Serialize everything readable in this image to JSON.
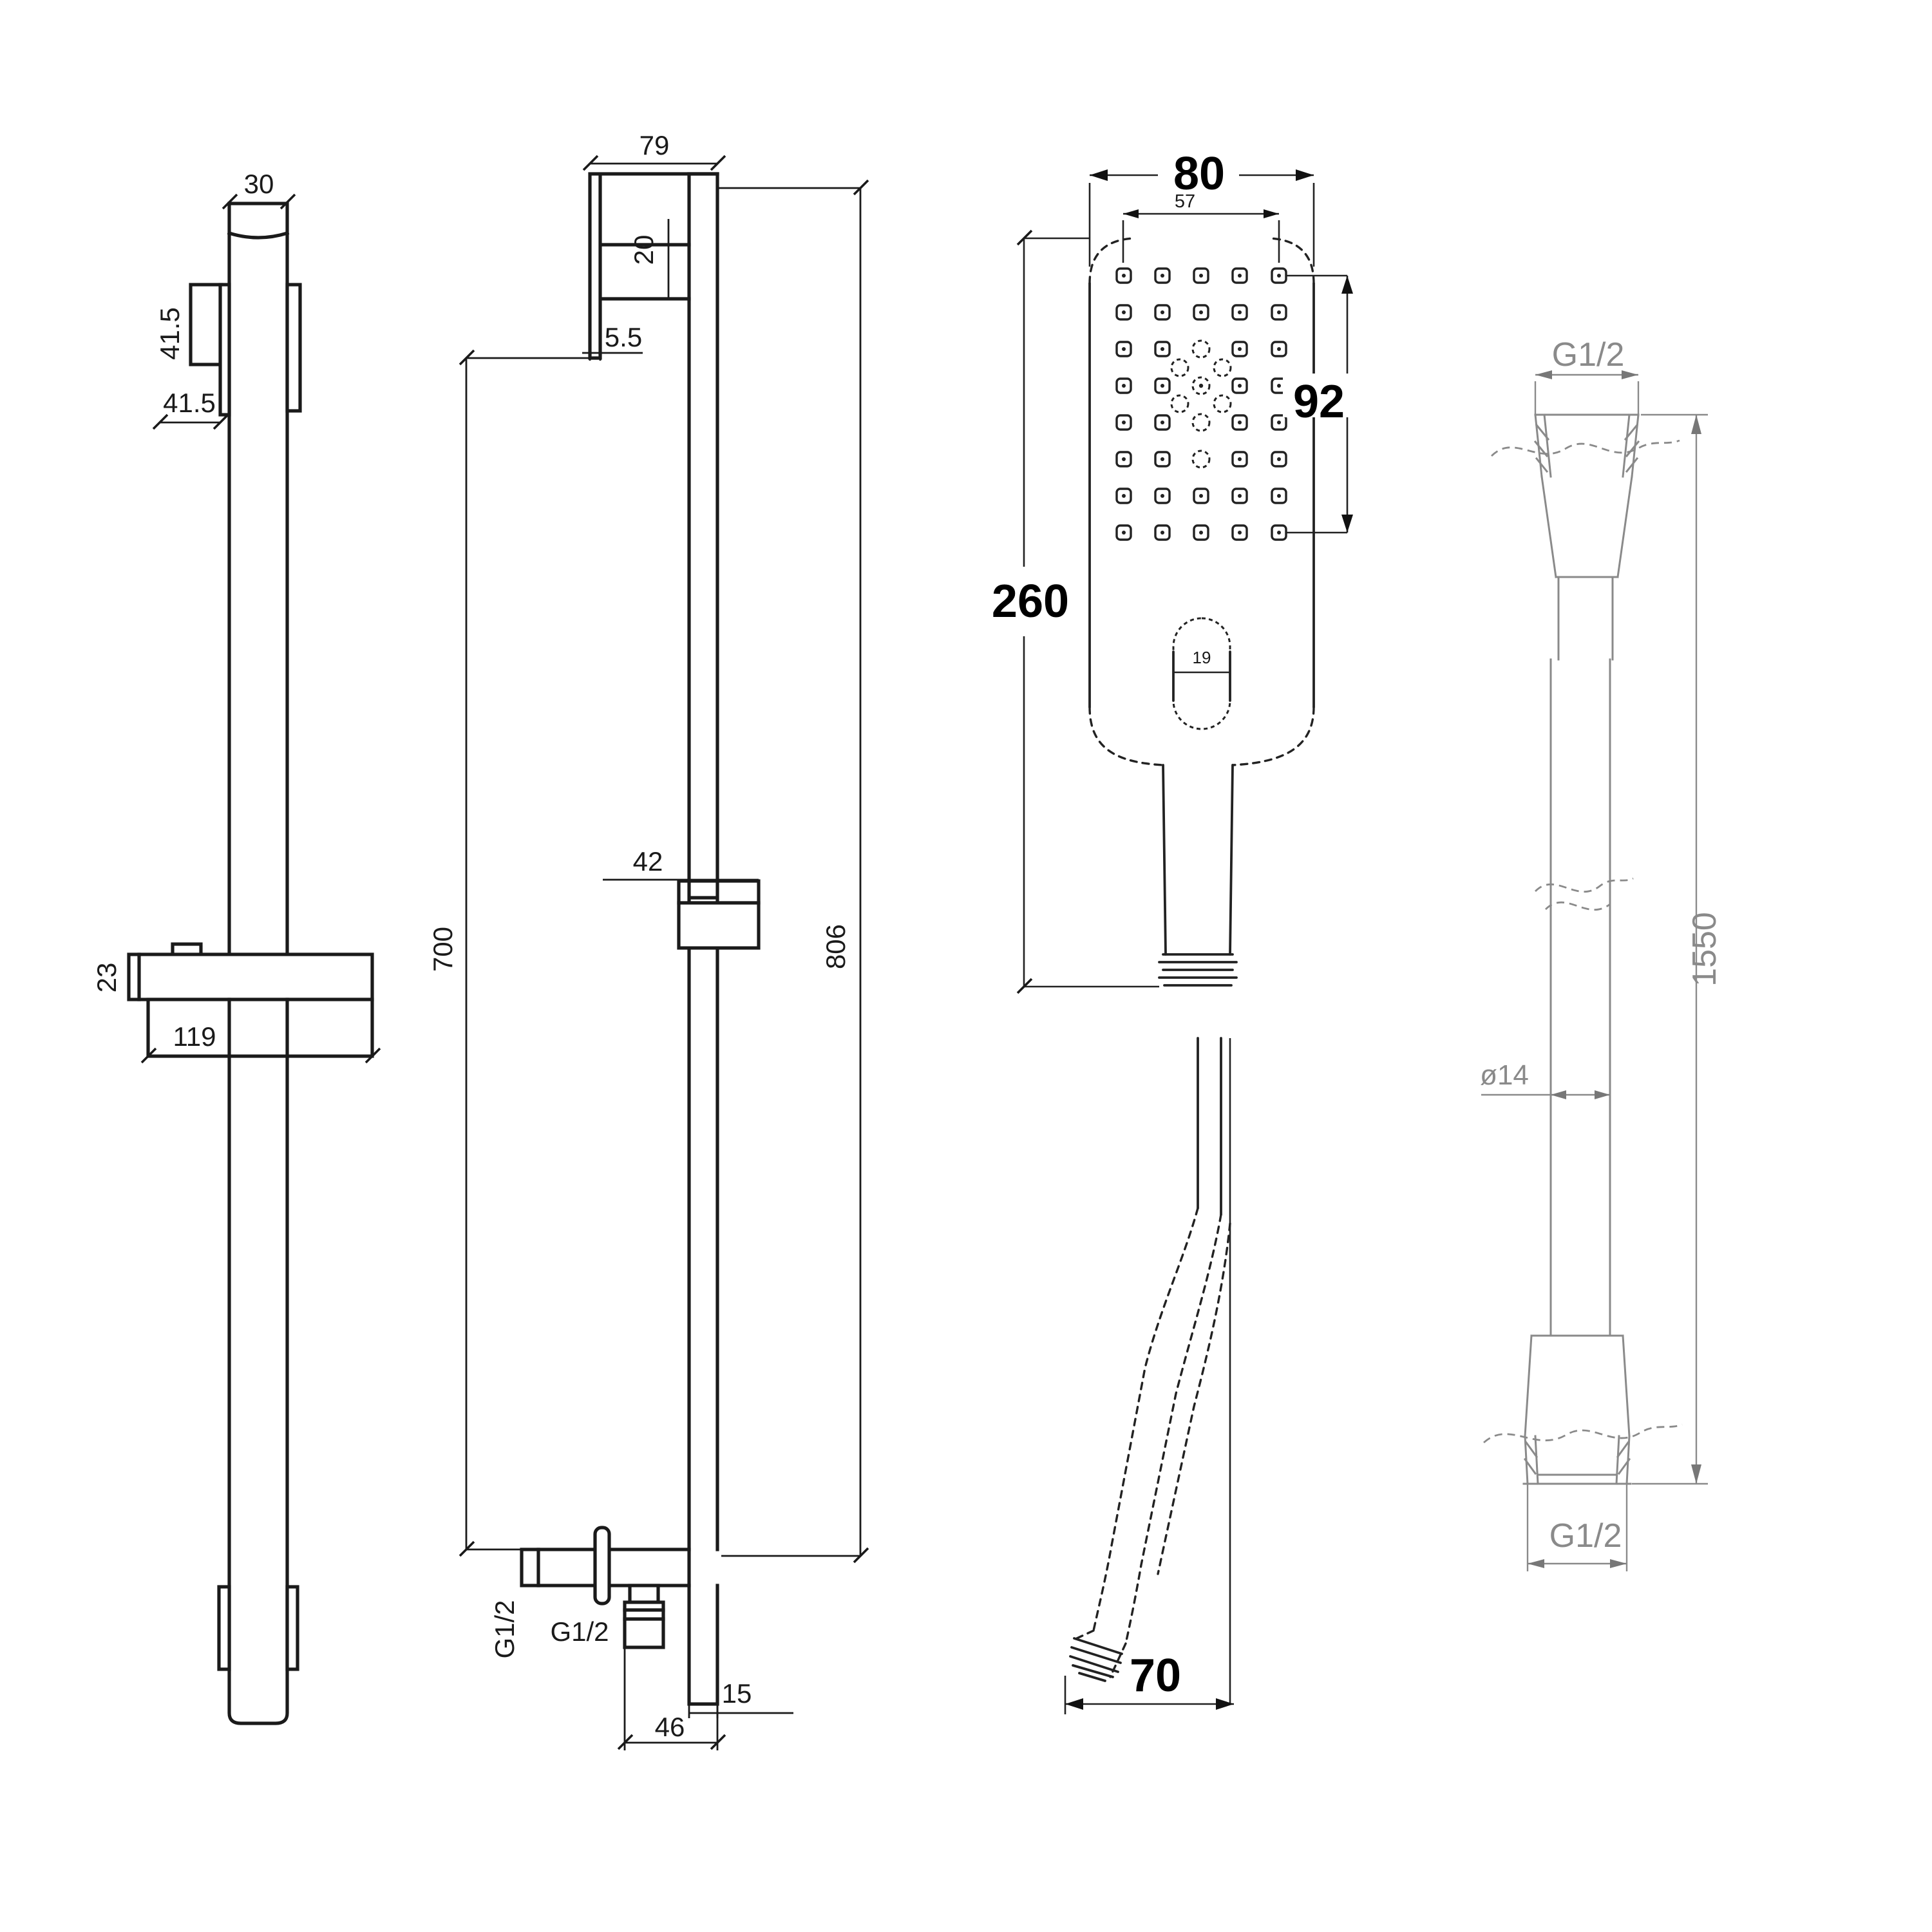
{
  "page": {
    "background": "#ffffff",
    "line_color": "#1a1a1a",
    "hose_line_color": "#8a8a8a",
    "drawing_type": "shower slide rail kit dimension drawing"
  },
  "views": {
    "rail_front": {
      "title": "slide-rail-front-view",
      "dims": {
        "rail_width": "30",
        "bracket_height": "41.5",
        "bracket_depth": "41.5",
        "slider_height": "23",
        "slider_width": "119"
      }
    },
    "rail_side": {
      "title": "slide-rail-side-view",
      "dims": {
        "bracket_width": "79",
        "bracket_arm": "20",
        "plate_thickness": "5.5",
        "slider_depth": "42",
        "center_height": "700",
        "overall_height": "806",
        "inlet_thread": "G1/2",
        "outlet_thread": "G1/2",
        "rail_depth": "15",
        "outlet_offset": "46"
      }
    },
    "handset_front": {
      "title": "handset-face-view",
      "dims": {
        "head_width": "80",
        "spray_width": "57",
        "spray_height": "92",
        "length": "260",
        "button_width": "19"
      }
    },
    "handset_side": {
      "title": "handset-side-view",
      "dims": {
        "depth": "70"
      }
    },
    "hose": {
      "title": "shower-hose-view",
      "dims": {
        "top_thread": "G1/2",
        "diameter": "ø14",
        "length": "1550",
        "bottom_thread": "G1/2"
      }
    }
  }
}
